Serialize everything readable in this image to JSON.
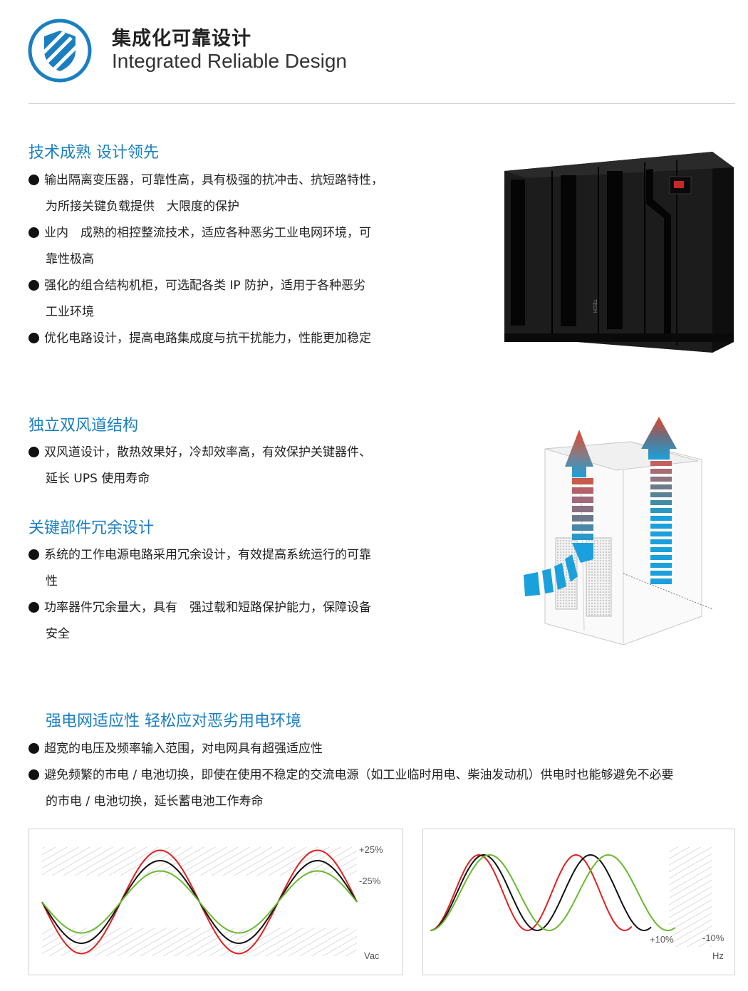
{
  "header": {
    "title_cn": "集成化可靠设计",
    "title_en": "Integrated Reliable Design",
    "icon": "shield-icon"
  },
  "section1": {
    "title": "技术成熟 设计领先",
    "bullets": [
      [
        "输出隔离变压器，可靠性高，具有极强的抗冲击、抗短路特性，",
        "为所接关键负载提供　大限度的保护"
      ],
      [
        "业内　成熟的相控整流技术，适应各种恶劣工业电网环境，可",
        "靠性极高"
      ],
      [
        "强化的组合结构机柜，可选配各类 IP 防护，适用于各种恶劣",
        "工业环境"
      ],
      [
        "优化电路设计，提高电路集成度与抗干扰能力，性能更加稳定"
      ]
    ],
    "image_label": "TECH"
  },
  "section2": {
    "title": "独立双风道结构",
    "bullets": [
      [
        "双风道设计，散热效果好，冷却效率高，有效保护关键器件、",
        "延长 UPS 使用寿命"
      ]
    ]
  },
  "section3": {
    "title": "关键部件冗余设计",
    "bullets": [
      [
        "系统的工作电源电路采用冗余设计，有效提高系统运行的可靠",
        "性"
      ],
      [
        "功率器件冗余量大，具有　强过载和短路保护能力，保障设备",
        "安全"
      ]
    ]
  },
  "section4": {
    "title": "强电网适应性 轻松应对恶劣用电环境",
    "bullets": [
      [
        "超宽的电压及频率输入范围，对电网具有超强适应性"
      ],
      [
        "避免频繁的市电 / 电池切换，即使在使用不稳定的交流电源（如工业临时用电、柴油发动机）供电时也能够避免不必要",
        "的市电 / 电池切换，延长蓄电池工作寿命"
      ]
    ]
  },
  "chart_data": [
    {
      "type": "line",
      "title": "",
      "xlabel": "",
      "ylabel": "Vac",
      "annotations": [
        "+25%",
        "-25%"
      ],
      "x": [
        0,
        0.5,
        1,
        1.5,
        2
      ],
      "series": [
        {
          "values": [
            0,
            1.25,
            0,
            -1.25,
            0
          ],
          "color": "#e02020"
        },
        {
          "values": [
            0,
            1.0,
            0,
            -1.0,
            0
          ],
          "color": "#111111"
        },
        {
          "values": [
            0,
            0.75,
            0,
            -0.75,
            0
          ],
          "color": "#6ab82e"
        }
      ]
    },
    {
      "type": "line",
      "title": "",
      "xlabel": "",
      "ylabel": "Hz",
      "annotations": [
        "+10%",
        "-10%"
      ],
      "series": [
        {
          "frequency_scale": 1.1,
          "color": "#e02020"
        },
        {
          "frequency_scale": 1.0,
          "color": "#111111"
        },
        {
          "frequency_scale": 0.9,
          "color": "#6ab82e"
        }
      ]
    }
  ],
  "colors": {
    "accent": "#1a7fc1",
    "red": "#e02020",
    "black": "#111111",
    "green": "#6ab82e",
    "airflow_blue": "#1aa0dc"
  }
}
